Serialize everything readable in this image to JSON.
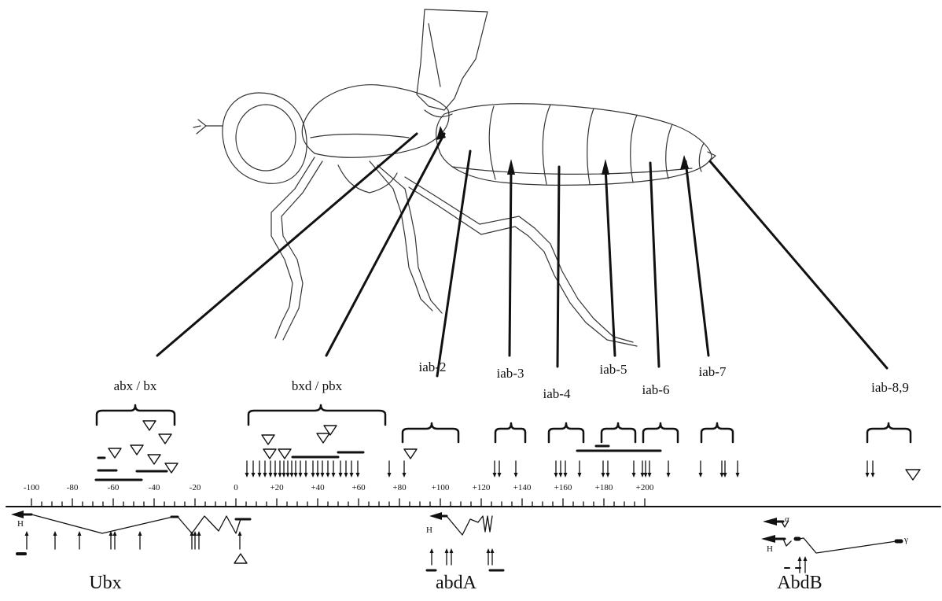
{
  "regions": {
    "abx_bx": "abx / bx",
    "bxd_pbx": "bxd / pbx",
    "iab2": "iab-2",
    "iab3": "iab-3",
    "iab4": "iab-4",
    "iab5": "iab-5",
    "iab6": "iab-6",
    "iab7": "iab-7",
    "iab89": "iab-8,9"
  },
  "genes": {
    "ubx": "Ubx",
    "abda": "abdA",
    "abdb": "AbdB"
  },
  "axis_ticks": [
    "-100",
    "-80",
    "-60",
    "-40",
    "-20",
    "0",
    "+20",
    "+40",
    "+60",
    "+80",
    "+100",
    "+120",
    "+140",
    "+160",
    "+180",
    "+200"
  ],
  "small_marks": {
    "ubx_h": "H",
    "abda_h": "H",
    "abdb_h": "H",
    "alpha": "α",
    "gamma": "γ"
  }
}
